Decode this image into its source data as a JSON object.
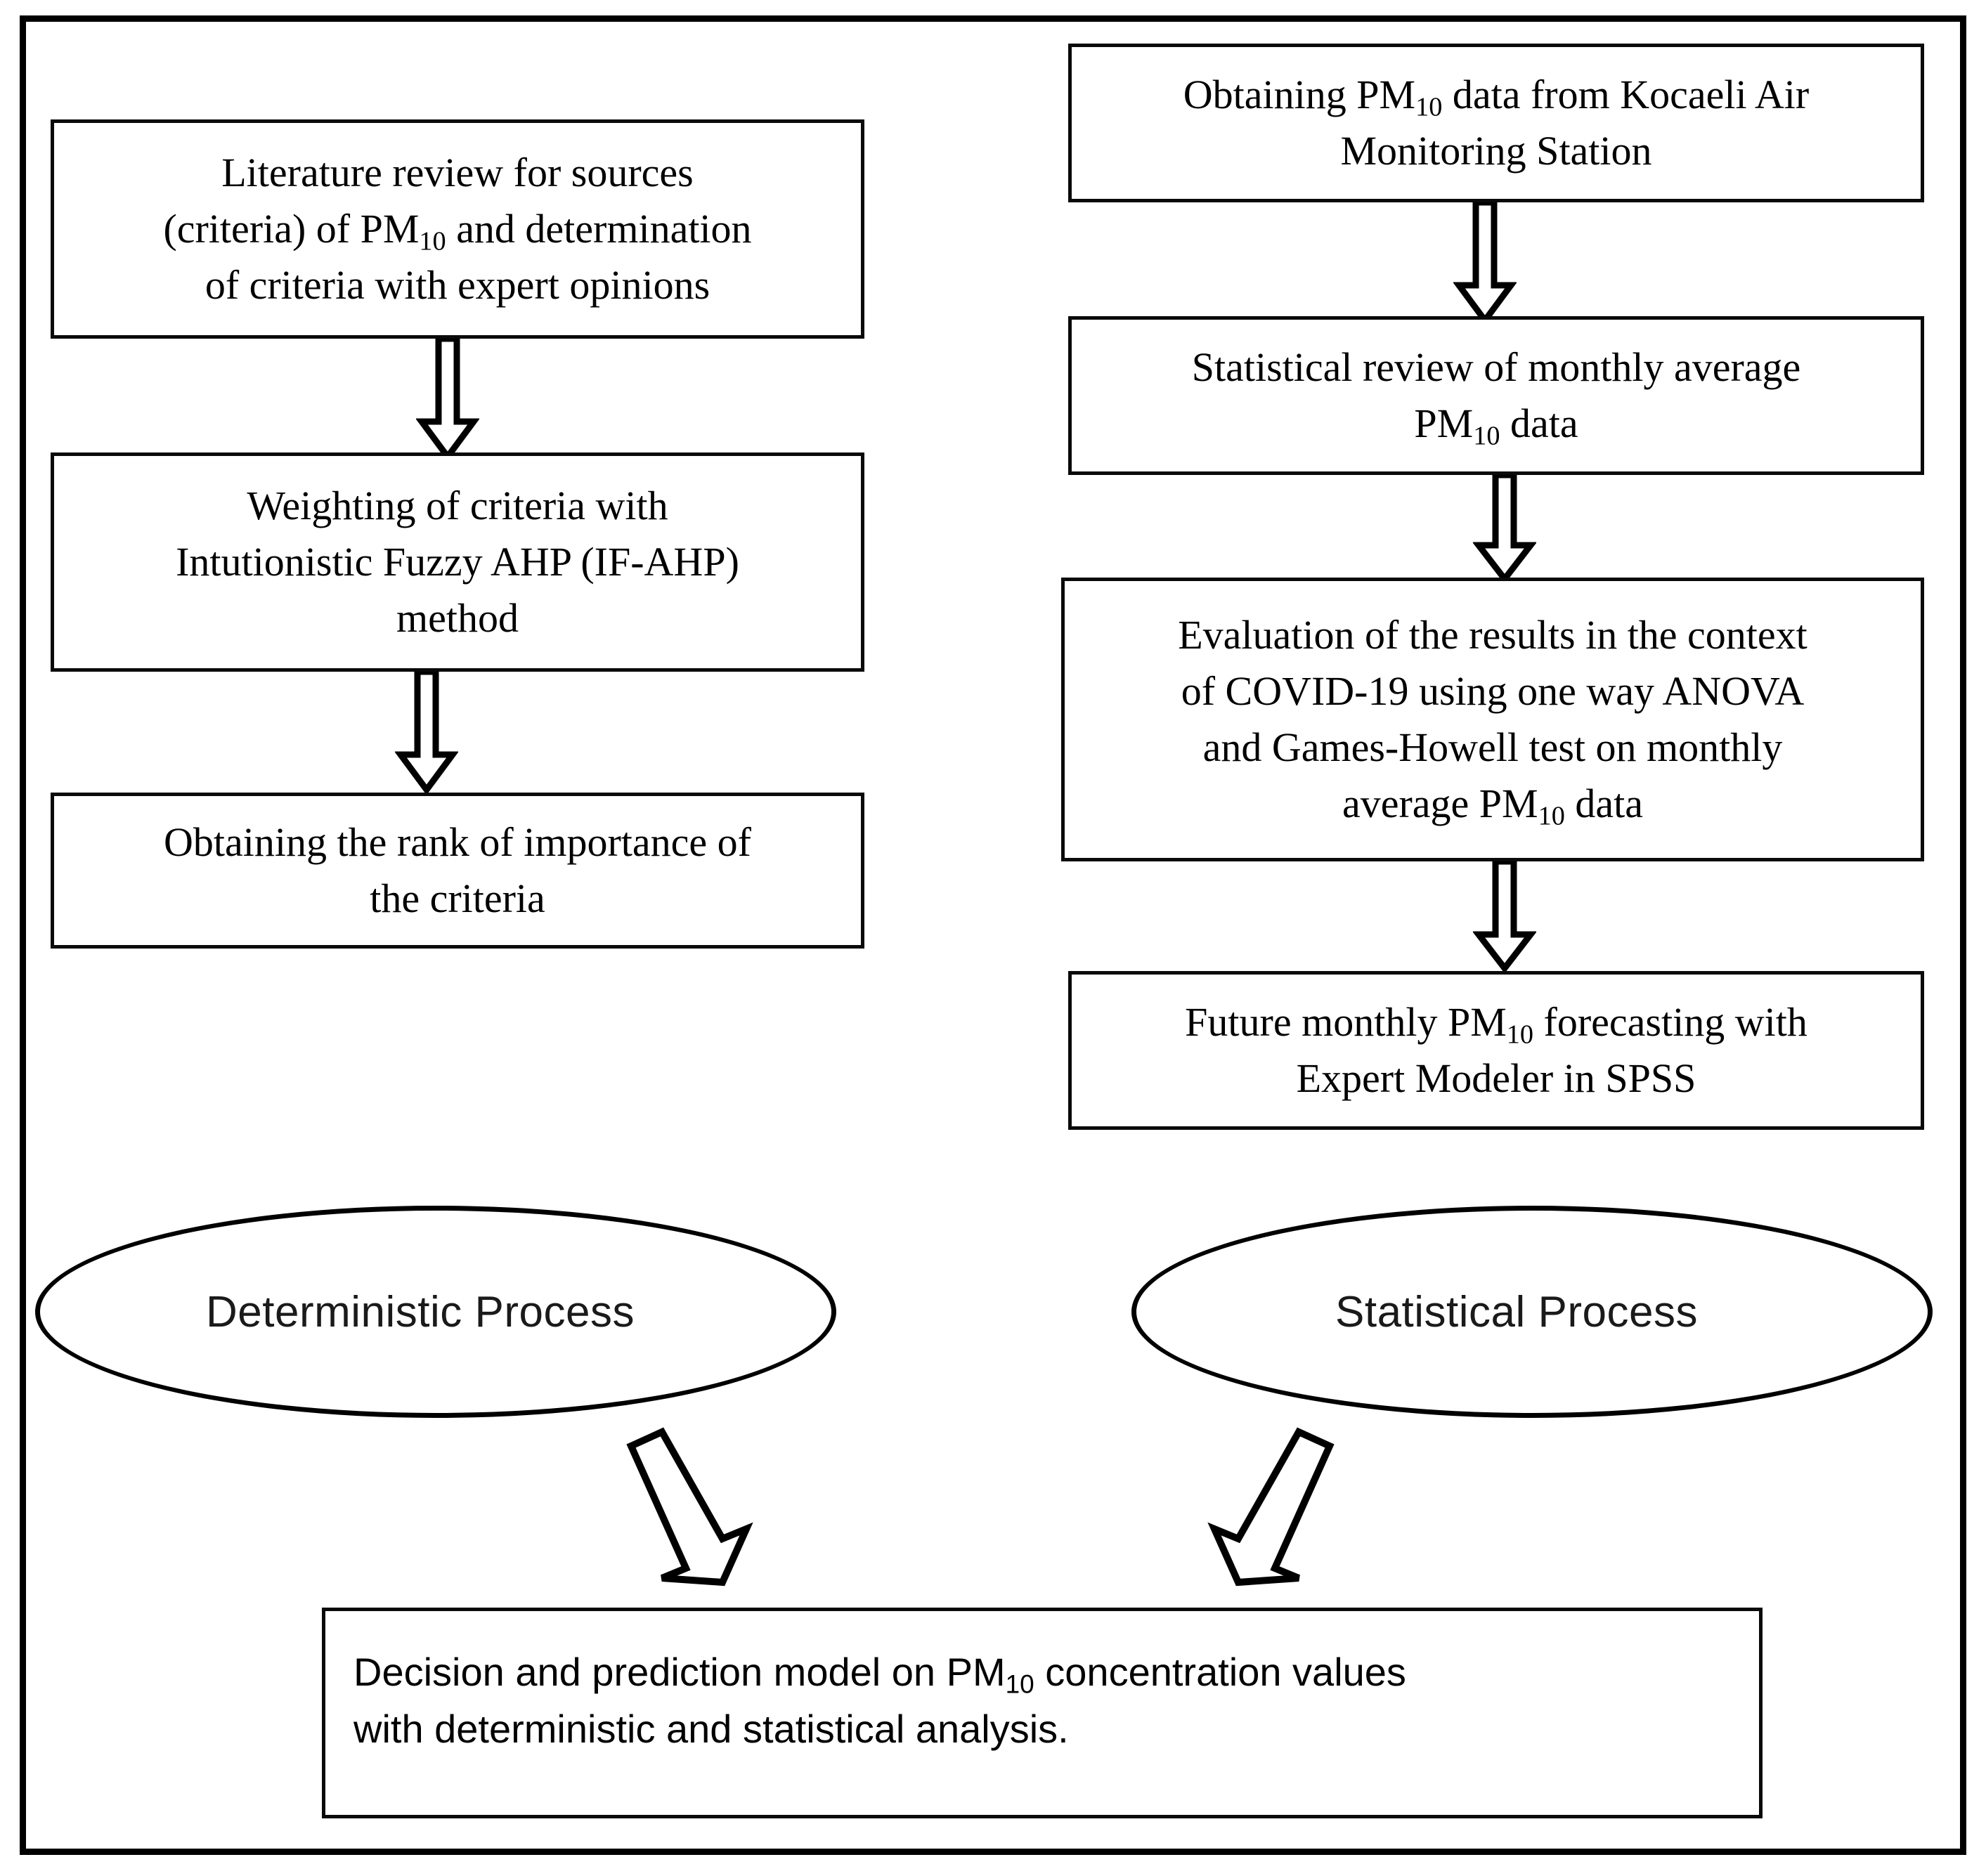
{
  "figure": {
    "type": "flowchart",
    "orientation": "two-column converging",
    "border_color": "#000000",
    "background": "#ffffff"
  },
  "left_column": {
    "title": "Deterministic Process",
    "boxes": [
      {
        "id": "literature-review",
        "lines": [
          "Literature review for sources",
          "(criteria) of PM",
          "10",
          " and determination",
          "of criteria with expert opinions"
        ],
        "line1": "Literature review for sources",
        "line2_pre": "(criteria) of PM",
        "line2_sub": "10",
        "line2_post": " and determination",
        "line3": "of criteria with expert opinions"
      },
      {
        "id": "weighting-criteria",
        "line1": "Weighting of criteria with",
        "line2": "Intutionistic Fuzzy AHP (IF-AHP)",
        "line3": "method"
      },
      {
        "id": "rank-importance",
        "line1": "Obtaining the rank of importance of",
        "line2": "the criteria"
      }
    ]
  },
  "right_column": {
    "title": "Statistical Process",
    "boxes": [
      {
        "id": "obtaining-data",
        "line1_pre": "Obtaining PM",
        "line1_sub": "10",
        "line1_post": " data from Kocaeli Air",
        "line2": "Monitoring Station"
      },
      {
        "id": "statistical-review",
        "line1": "Statistical review of monthly average",
        "line2_pre": "PM",
        "line2_sub": "10",
        "line2_post": " data"
      },
      {
        "id": "covid-evaluation",
        "line1": "Evaluation of the results in the context",
        "line2": "of COVID-19 using one way ANOVA",
        "line3": "and Games-Howell test on monthly",
        "line4_pre": "average PM",
        "line4_sub": "10",
        "line4_post": " data"
      },
      {
        "id": "forecasting-spss",
        "line1_pre": "Future monthly PM",
        "line1_sub": "10",
        "line1_post": " forecasting with",
        "line2": "Expert Modeler in SPSS"
      }
    ]
  },
  "ellipses": {
    "left": {
      "label": "Deterministic Process"
    },
    "right": {
      "label": "Statistical Process"
    }
  },
  "result_box": {
    "id": "decision-prediction-model",
    "line1_pre": "Decision and prediction model on PM",
    "line1_sub": "10",
    "line1_post": " concentration values",
    "line2": "with deterministic and statistical analysis."
  },
  "connectors": {
    "vertical_arrow_count": 5,
    "diagonal_arrow_count": 2,
    "style": "hollow-block-arrow",
    "color": "#000000"
  }
}
